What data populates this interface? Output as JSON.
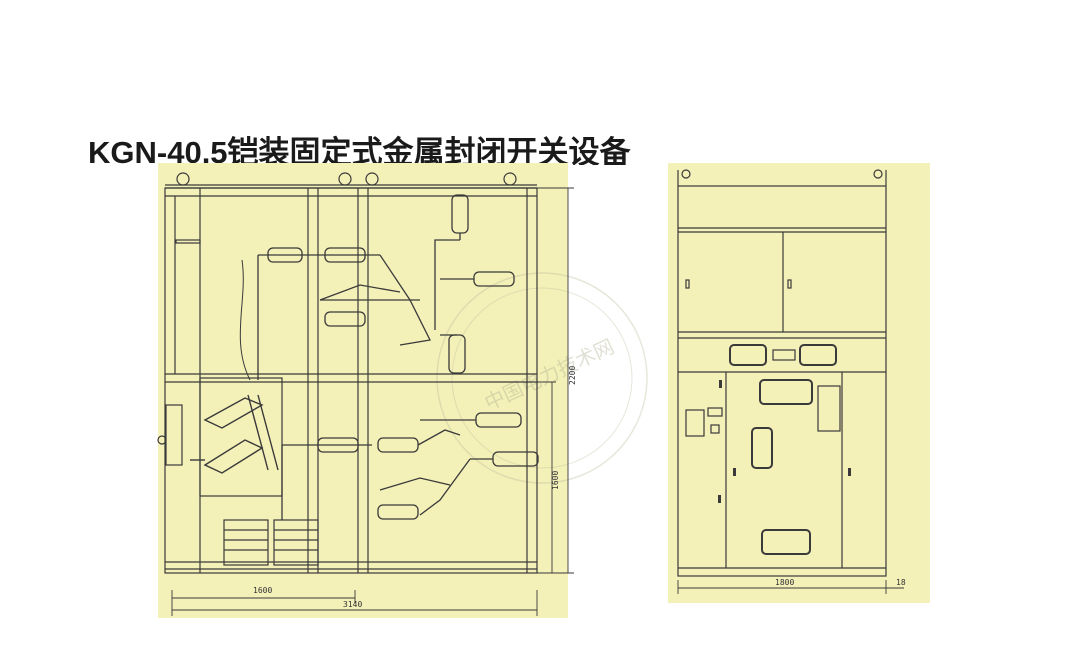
{
  "title": "KGN-40.5铠装固定式金属封闭开关设备",
  "dimensions": {
    "total_height": "2200",
    "lower_height": "1600",
    "inner_width": "1600",
    "total_width": "3140",
    "front_width": "1800",
    "front_side": "18"
  },
  "watermark": "中国电力技术网",
  "colors": {
    "panel_fill": "#f3f0b8",
    "line": "#3a3a3a"
  }
}
